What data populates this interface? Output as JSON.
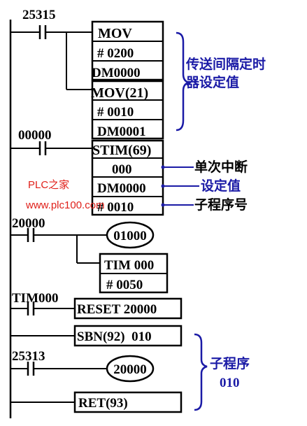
{
  "rung1": {
    "contact": "25315",
    "mov1": {
      "op": "MOV",
      "src": "# 0200",
      "dst": "DM0000"
    },
    "mov2": {
      "op": "MOV(21)",
      "src": "# 0010",
      "dst": "DM0001"
    },
    "note": [
      "传送间隔定时",
      "器设定值"
    ]
  },
  "rung2": {
    "contact": "00000",
    "stim": {
      "op": "STIM(69)",
      "p1": "000",
      "p2": "DM0000",
      "p3": "# 0010"
    },
    "notes": {
      "n1": "单次中断",
      "n2": "设定值",
      "n3": "子程序号"
    }
  },
  "watermark": {
    "line1": "PLC之家",
    "line2": "www.plc100.com"
  },
  "rung3": {
    "contact": "20000",
    "coil": "01000",
    "tim": {
      "op": "TIM 000",
      "set": "# 0050"
    }
  },
  "rung4": {
    "contact": "TIM000",
    "reset": "RESET 20000"
  },
  "sub": {
    "sbn": "SBN(92)  010",
    "contact": "25313",
    "coil": "20000",
    "ret": "RET(93)",
    "note": [
      "子程序",
      "010"
    ]
  },
  "colors": {
    "line": "#000000",
    "note_line": "#1a1aa6",
    "note_text": "#1a1aa6",
    "watermark": "#e0201a"
  }
}
